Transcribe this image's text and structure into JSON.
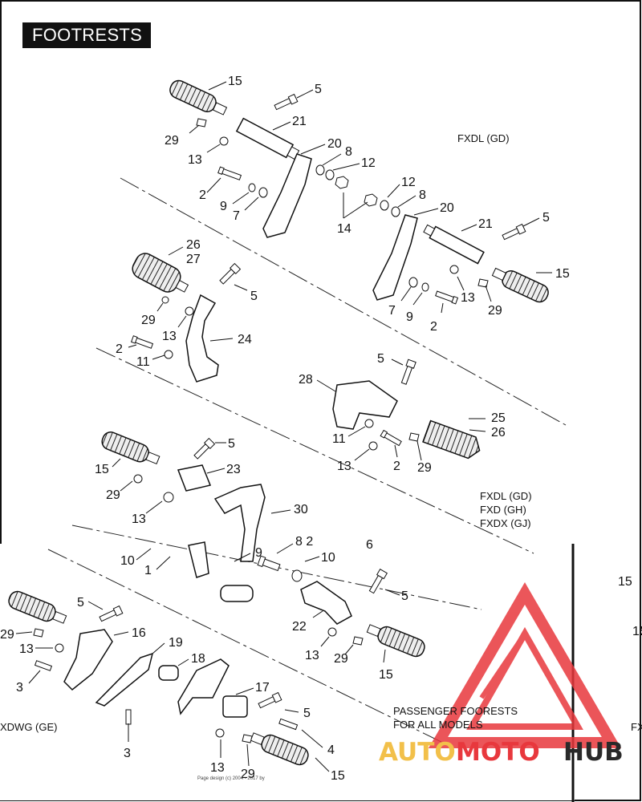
{
  "title": "FOOTRESTS",
  "model_labels": {
    "top_right": "FXDL (GD)",
    "middle": [
      "FXDL (GD)",
      "FXD (GH)",
      "FXDX (GJ)"
    ],
    "bottom_left": "XDWG (GE)",
    "bottom_right_cut": "FX"
  },
  "passenger_note": [
    "PASSENGER FOORESTS",
    "FOR ALL MODELS"
  ],
  "copyright": "Page design (c) 2004 - 2017 by",
  "watermark": {
    "auto": "AUTO",
    "moto": "MOTO",
    "hub": "HUB",
    "color_red": "#e8383d",
    "color_gold": "#f2c04a",
    "color_dark": "#2a2a2a"
  },
  "callouts": [
    "15",
    "5",
    "21",
    "29",
    "13",
    "20",
    "8",
    "12",
    "2",
    "9",
    "7",
    "12",
    "8",
    "14",
    "20",
    "21",
    "5",
    "15",
    "13",
    "29",
    "7",
    "9",
    "2",
    "26",
    "27",
    "5",
    "29",
    "13",
    "24",
    "2",
    "11",
    "5",
    "28",
    "25",
    "26",
    "11",
    "13",
    "2",
    "29",
    "5",
    "15",
    "23",
    "29",
    "13",
    "30",
    "10",
    "1",
    "9",
    "8 2",
    "10",
    "6",
    "5",
    "22",
    "13",
    "29",
    "15",
    "15",
    "5",
    "16",
    "29",
    "13",
    "3",
    "19",
    "18",
    "17",
    "5",
    "3",
    "4",
    "13",
    "29",
    "15",
    "15",
    "2"
  ]
}
